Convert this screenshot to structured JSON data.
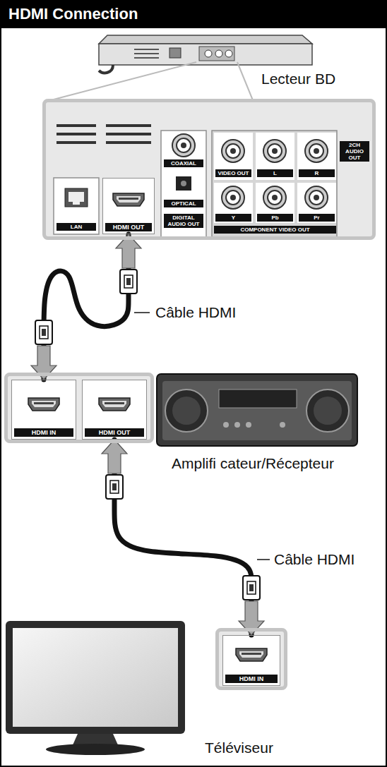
{
  "diagram": {
    "title": "HDMI Connection",
    "nodes": [
      {
        "text": [
          "Lecteur BD"
        ]
      },
      {
        "text": [
          "HDMI OUT"
        ],
        "in": 0
      },
      {
        "text": [
          "Amplifi cateur/Récepteur"
        ]
      },
      {
        "text": [
          "HDMI IN"
        ],
        "in": 2
      },
      {
        "text": [
          "HDMI OUT"
        ],
        "in": 2
      },
      {
        "text": [
          "Téléviseur"
        ]
      },
      {
        "text": [
          "HDMI IN"
        ],
        "in": 5
      }
    ],
    "edges": [
      {
        "from": 1,
        "to": 3,
        "arrow": "both",
        "label": "Câble HDMI"
      },
      {
        "from": 4,
        "to": 6,
        "arrow": "both",
        "label": "Câble HDMI"
      }
    ],
    "labels": [
      "LAN",
      "COAXIAL",
      "OPTICAL",
      "DIGITAL AUDIO OUT",
      "VIDEO OUT",
      "L",
      "R",
      "2CH AUDIO OUT",
      "Y",
      "Pb",
      "Pr",
      "COMPONENT VIDEO OUT"
    ]
  }
}
